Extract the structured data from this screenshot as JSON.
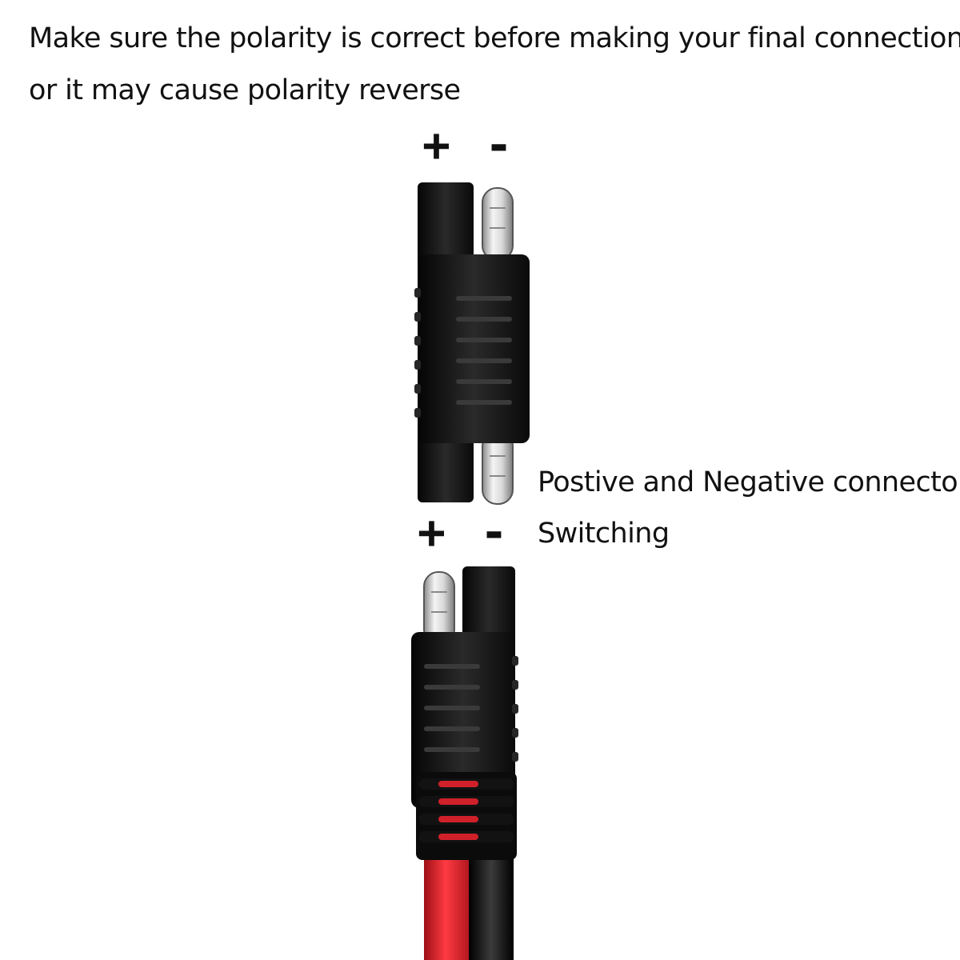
{
  "heading": {
    "line1": "Make sure the polarity is correct before making your final connection",
    "line2": "or it may cause polarity reverse"
  },
  "polarity": {
    "top_positive": "+",
    "top_negative": "-",
    "middle_positive": "+",
    "middle_negative": "-"
  },
  "labels": {
    "line1": "Postive and Negative connector",
    "line2": "Switching"
  },
  "colors": {
    "connector_body": "#111111",
    "pin_metal": "#c9c9c9",
    "wire_positive": "#e0202a",
    "wire_negative": "#1a1a1a"
  }
}
